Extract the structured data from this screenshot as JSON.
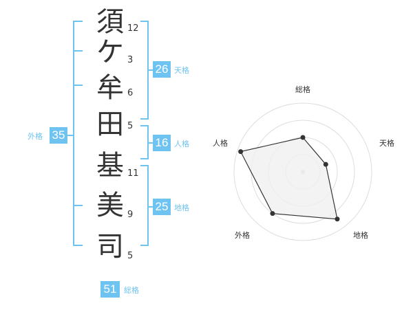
{
  "name": {
    "characters": [
      {
        "char": "須",
        "strokes": "12"
      },
      {
        "char": "ケ",
        "strokes": "3"
      },
      {
        "char": "牟",
        "strokes": "6"
      },
      {
        "char": "田",
        "strokes": "5"
      },
      {
        "char": "基",
        "strokes": "11"
      },
      {
        "char": "美",
        "strokes": "9"
      },
      {
        "char": "司",
        "strokes": "5"
      }
    ]
  },
  "fortunes": {
    "tenkaku": {
      "score": "26",
      "label": "天格"
    },
    "jinkaku": {
      "score": "16",
      "label": "人格"
    },
    "chikaku": {
      "score": "25",
      "label": "地格"
    },
    "gaikaku": {
      "score": "35",
      "label": "外格"
    },
    "soukaku": {
      "score": "51",
      "label": "総格"
    }
  },
  "chart_data": {
    "type": "radar",
    "axes": [
      "総格",
      "天格",
      "地格",
      "外格",
      "人格"
    ],
    "values": [
      0.5,
      0.35,
      0.85,
      0.75,
      0.95
    ],
    "max": 1,
    "rings": 4,
    "colors": {
      "fill": "#f0f0f0",
      "stroke": "#333333",
      "grid": "#dddddd",
      "accent": "#6ec3f1"
    }
  }
}
